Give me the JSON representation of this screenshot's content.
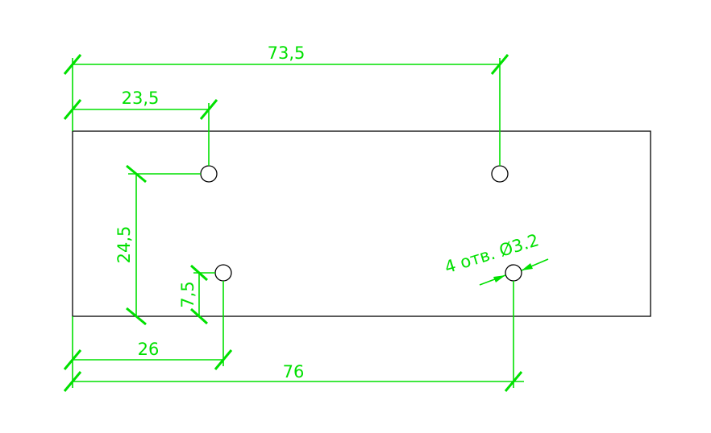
{
  "colors": {
    "background": "#ffffff",
    "outline": "#000000",
    "dimension": "#00e000"
  },
  "dimensions": {
    "top_overall": "73,5",
    "top_left": "23,5",
    "vertical_hole_spacing": "24,5",
    "vertical_hole_offset": "7,5",
    "bottom_left": "26",
    "bottom_overall": "76",
    "hole_callout": "4 отв. Ø3.2"
  }
}
